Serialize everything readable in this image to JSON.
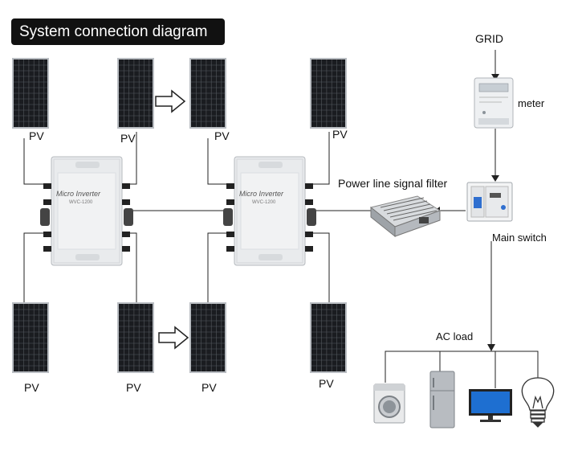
{
  "title": "System connection diagram",
  "labels": {
    "pv": "PV",
    "grid": "GRID",
    "meter": "meter",
    "filter": "Power line signal filter",
    "main_switch": "Main switch",
    "ac_load": "AC load"
  },
  "inverter": {
    "brand": "Micro Inverter",
    "model": "WVC-1200"
  },
  "colors": {
    "panel_frame": "#b9bdc2",
    "panel_cell": "#1a1c20",
    "panel_grid": "#55595e",
    "wire": "#222222",
    "inverter_body": "#e9ebed"
  },
  "icons": [
    "solar-panel-icon",
    "micro-inverter-icon",
    "electric-meter-icon",
    "signal-filter-icon",
    "circuit-breaker-icon",
    "washing-machine-icon",
    "refrigerator-icon",
    "monitor-icon",
    "light-bulb-icon",
    "right-arrow-icon"
  ]
}
